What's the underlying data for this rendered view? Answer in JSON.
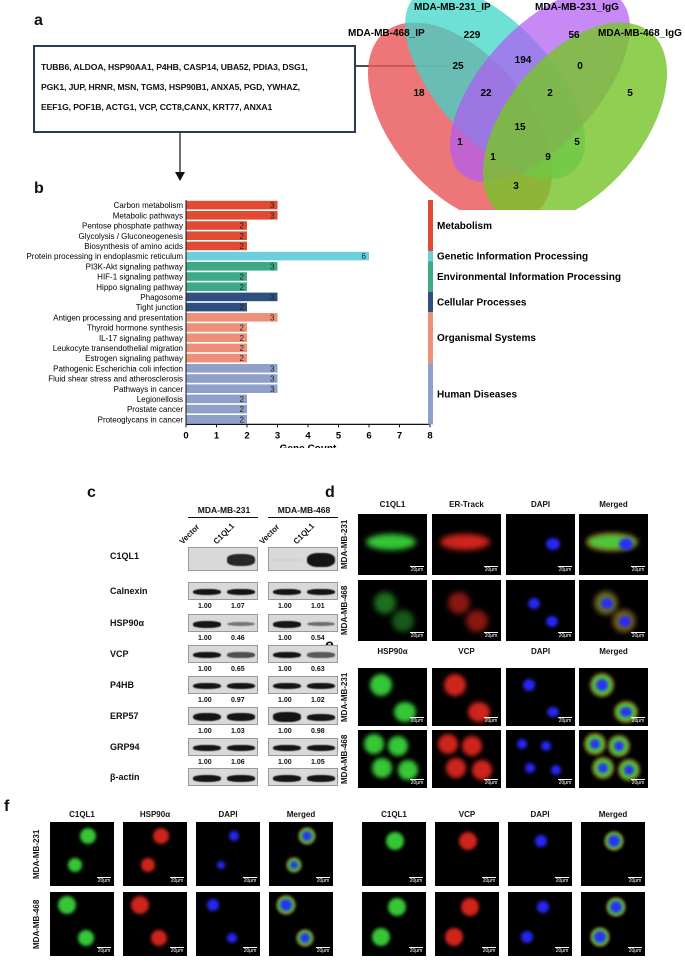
{
  "panels": {
    "a": "a",
    "b": "b",
    "c": "c",
    "d": "d",
    "e": "e",
    "f": "f"
  },
  "venn": {
    "sets": [
      "MDA-MB-468_IP",
      "MDA-MB-231_IP",
      "MDA-MB-231_IgG",
      "MDA-MB-468_IgG"
    ],
    "colors": [
      "#e8585a",
      "#3dd6c8",
      "#b05cf2",
      "#77c42b"
    ],
    "counts": {
      "only_231ip": "229",
      "only_231igg": "56",
      "only_468ip": "18",
      "only_468igg": "5",
      "ip468_ip231": "25",
      "ip231_igg231": "194",
      "igg231_igg468": "0",
      "ip468_ip231_igg231": "22",
      "ip231_igg231_igg468": "2",
      "all": "15",
      "ip468_igg231": "1",
      "ip468_ip231_igg231b": "1",
      "ip468_ip231_igg468": "9",
      "igg231_igg468b": "5",
      "ip468_igg468": "3"
    }
  },
  "genes": {
    "lines": [
      "TUBB6, ALDOA, HSP90AA1, P4HB, CASP14, UBA52, PDIA3, DSG1,",
      "PGK1, JUP, HRNR, MSN, TGM3, HSP90B1, ANXA5, PGD, YWHAZ,",
      "EEF1G, POF1B, ACTG1, VCP,  CCT8,CANX, KRT77, ANXA1"
    ]
  },
  "chart_data": {
    "type": "bar",
    "orientation": "horizontal",
    "categories": [
      "Carbon metabolism",
      "Metabolic pathways",
      "Pentose phosphate pathway",
      "Glycolysis / Gluconeogenesis",
      "Biosynthesis of amino acids",
      "Protein processing in endoplasmic reticulum",
      "PI3K-Akt signaling pathway",
      "HIF-1 signaling pathway",
      "Hippo signaling pathway",
      "Phagosome",
      "Tight junction",
      "Antigen processing and presentation",
      "Thyroid hormone synthesis",
      "IL-17 signaling pathway",
      "Leukocyte transendothelial migration",
      "Estrogen signaling pathway",
      "Pathogenic Escherichia coli infection",
      "Fluid shear stress and atherosclerosis",
      "Pathways in cancer",
      "Legionellosis",
      "Prostate cancer",
      "Proteoglycans in cancer"
    ],
    "values": [
      3,
      3,
      2,
      2,
      2,
      6,
      3,
      2,
      2,
      3,
      2,
      3,
      2,
      2,
      2,
      2,
      3,
      3,
      3,
      2,
      2,
      2
    ],
    "groups": [
      {
        "name": "Metabolism",
        "start": 0,
        "end": 4,
        "color": "#e24a33"
      },
      {
        "name": "Genetic Information Processing",
        "start": 5,
        "end": 5,
        "color": "#6dcfdc"
      },
      {
        "name": "Environmental Information Processing",
        "start": 6,
        "end": 8,
        "color": "#3caa88"
      },
      {
        "name": "Cellular Processes",
        "start": 9,
        "end": 10,
        "color": "#2f4f7f"
      },
      {
        "name": "Organismal Systems",
        "start": 11,
        "end": 15,
        "color": "#ee8f78"
      },
      {
        "name": "Human Diseases",
        "start": 16,
        "end": 21,
        "color": "#8fa1c9"
      }
    ],
    "xlabel": "Gene Count",
    "xlim": [
      0,
      8
    ],
    "xticks": [
      "0",
      "1",
      "2",
      "3",
      "4",
      "5",
      "6",
      "7",
      "8"
    ]
  },
  "western": {
    "cells": [
      "MDA-MB-231",
      "MDA-MB-468"
    ],
    "lanes": [
      "Vector",
      "C1QL1"
    ],
    "rows": [
      {
        "label": "C1QL1",
        "vals": [
          "",
          "",
          "",
          ""
        ]
      },
      {
        "label": "Calnexin",
        "vals": [
          "1.00",
          "1.07",
          "1.00",
          "1.01"
        ]
      },
      {
        "label": "HSP90α",
        "vals": [
          "1.00",
          "0.46",
          "1.00",
          "0.54"
        ]
      },
      {
        "label": "VCP",
        "vals": [
          "1.00",
          "0.65",
          "1.00",
          "0.63"
        ]
      },
      {
        "label": "P4HB",
        "vals": [
          "1.00",
          "0.97",
          "1.00",
          "1.02"
        ]
      },
      {
        "label": "ERP57",
        "vals": [
          "1.00",
          "1.03",
          "1.00",
          "0.98"
        ]
      },
      {
        "label": "GRP94",
        "vals": [
          "1.00",
          "1.06",
          "1.00",
          "1.05"
        ]
      },
      {
        "label": "β-actin",
        "vals": [
          "",
          "",
          "",
          ""
        ]
      }
    ]
  },
  "panel_d": {
    "cols": [
      "C1QL1",
      "ER-Track",
      "DAPI",
      "Merged"
    ],
    "rows": [
      "MDA-MB-231",
      "MDA-MB-468"
    ]
  },
  "panel_e": {
    "cols": [
      "HSP90α",
      "VCP",
      "DAPI",
      "Merged"
    ],
    "rows": [
      "MDA-MB-231",
      "MDA-MB-468"
    ]
  },
  "panel_f": {
    "left_cols": [
      "C1QL1",
      "HSP90α",
      "DAPI",
      "Merged"
    ],
    "right_cols": [
      "C1QL1",
      "VCP",
      "DAPI",
      "Merged"
    ],
    "rows": [
      "MDA-MB-231",
      "MDA-MB-468"
    ]
  },
  "scale_bar": "20μm"
}
